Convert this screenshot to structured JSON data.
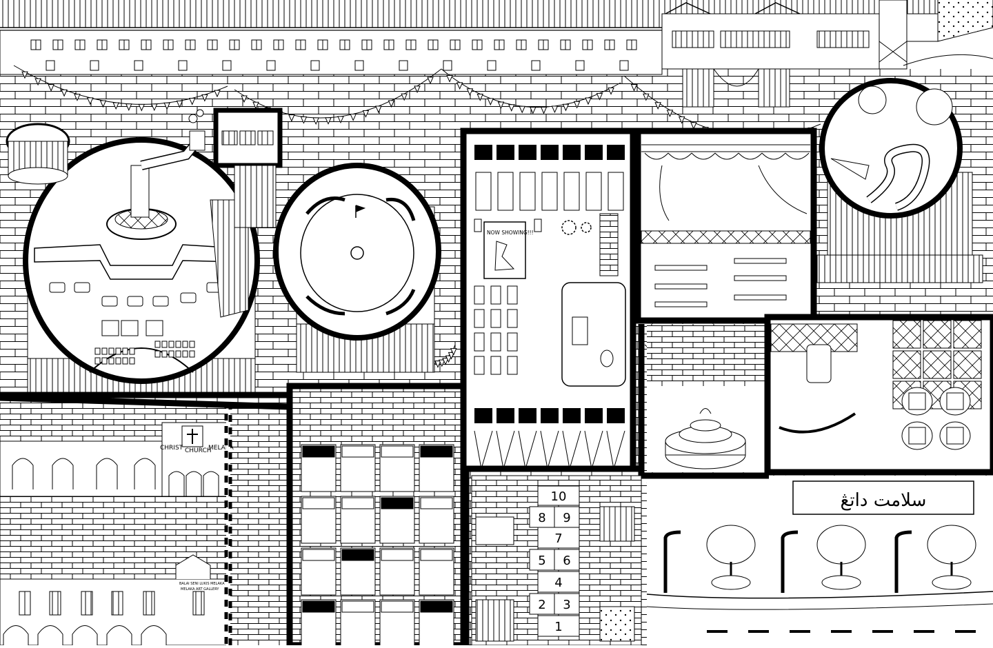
{
  "palette": {
    "ink": "#000000",
    "paper": "#ffffff"
  },
  "church_sign": [
    "CHRIST",
    "CHURCH",
    "MELAKA"
  ],
  "gallery_sign": [
    "BALAI SENI LUKIS MELAKA",
    "MELAKA ART GALLERY"
  ],
  "cinema_poster": "NOW SHOWING!!!",
  "banner_text": "سلامت داتڠ",
  "hopscotch": [
    "10",
    "8",
    "9",
    "7",
    "5",
    "6",
    "4",
    "2",
    "3",
    "1"
  ],
  "icons": [
    "pennant-flag-icon",
    "street-lamp-icon",
    "tree-icon",
    "fountain-icon",
    "cross-icon",
    "spiral-staircase-icon",
    "gear-icon",
    "speaker-icon"
  ]
}
